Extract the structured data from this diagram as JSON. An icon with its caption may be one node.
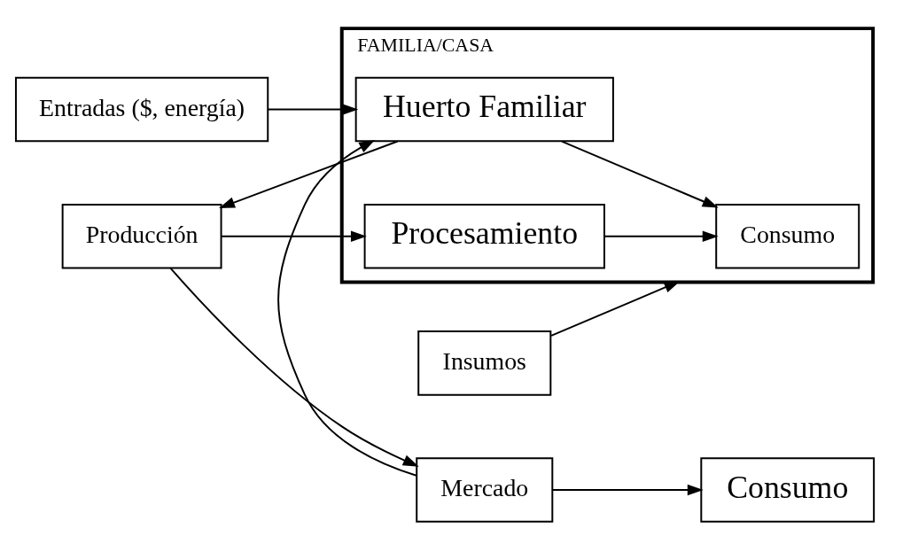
{
  "diagram": {
    "nodes": [
      {
        "text": [
          "FAMILIA/CASA"
        ]
      },
      {
        "text": [
          "Insumos"
        ]
      },
      {
        "text": [
          "Consumo"
        ],
        "in": 0
      },
      {
        "text": [
          "Huerto Familiar"
        ],
        "in": 0
      },
      {
        "text": [
          "Producción"
        ]
      },
      {
        "text": [
          "Procesamiento"
        ],
        "in": 0
      },
      {
        "text": [
          "Entradas ($, energía)"
        ]
      },
      {
        "text": [
          "Mercado"
        ]
      },
      {
        "text": [
          "Consumo"
        ]
      }
    ],
    "edges": [
      {
        "from": 1,
        "to": 0,
        "arrow": "to"
      },
      {
        "from": 3,
        "to": 2,
        "arrow": "to"
      },
      {
        "from": 3,
        "to": 4,
        "arrow": "to"
      },
      {
        "from": 4,
        "to": 5,
        "arrow": "to"
      },
      {
        "from": 5,
        "to": 2,
        "arrow": "to"
      },
      {
        "from": 6,
        "to": 3,
        "arrow": "to"
      },
      {
        "from": 4,
        "to": 7,
        "arrow": "to"
      },
      {
        "from": 7,
        "to": 3,
        "arrow": "to"
      },
      {
        "from": 7,
        "to": 8,
        "arrow": "to"
      }
    ]
  }
}
